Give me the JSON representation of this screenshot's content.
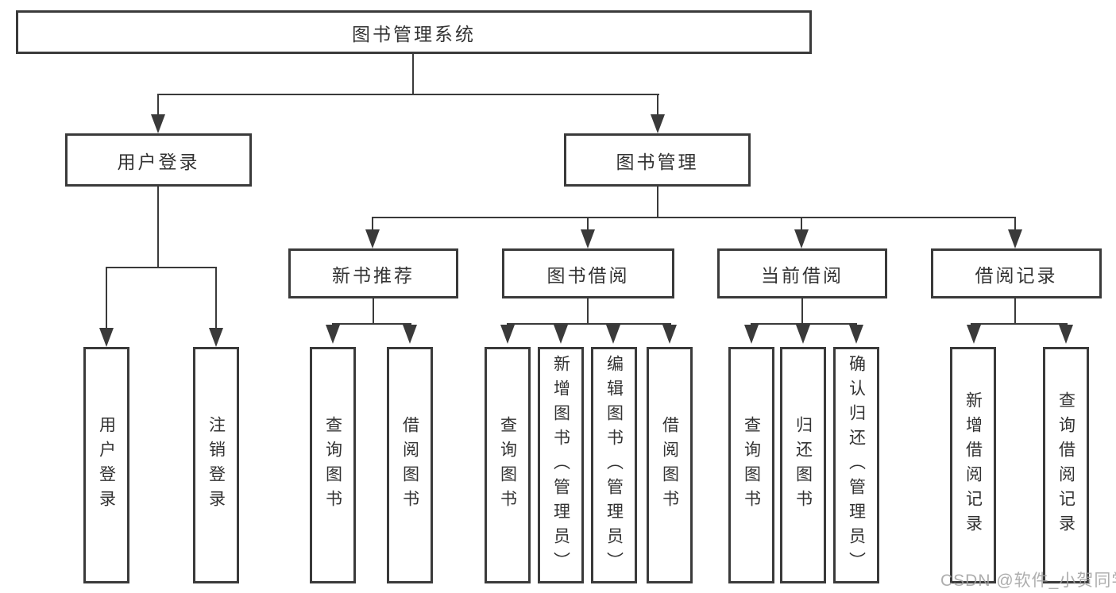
{
  "diagram": {
    "type": "hierarchy-tree",
    "title": "图书管理系统",
    "watermark": "CSDN @软件_小贺同学",
    "colors": {
      "line": "#3a3a3a",
      "text": "#333333",
      "background": "#ffffff",
      "watermark": "#a8a8a8"
    },
    "nodes": {
      "root": {
        "label": "图书管理系统"
      },
      "user_login": {
        "label": "用户登录"
      },
      "book_mgmt": {
        "label": "图书管理"
      },
      "new_book_rec": {
        "label": "新书推荐"
      },
      "book_borrow": {
        "label": "图书借阅"
      },
      "current_borrow": {
        "label": "当前借阅"
      },
      "borrow_record": {
        "label": "借阅记录"
      },
      "leaf_user_login": {
        "label": "用户登录"
      },
      "leaf_logout": {
        "label": "注销登录"
      },
      "leaf_query_book_1": {
        "label": "查询图书"
      },
      "leaf_borrow_book_1": {
        "label": "借阅图书"
      },
      "leaf_query_book_2": {
        "label": "查询图书"
      },
      "leaf_add_book_admin": {
        "label": "新增图书（管理员）"
      },
      "leaf_edit_book_admin": {
        "label": "编辑图书（管理员）"
      },
      "leaf_borrow_book_2": {
        "label": "借阅图书"
      },
      "leaf_query_book_3": {
        "label": "查询图书"
      },
      "leaf_return_book": {
        "label": "归还图书"
      },
      "leaf_confirm_return_admin": {
        "label": "确认归还（管理员）"
      },
      "leaf_add_borrow_record": {
        "label": "新增借阅记录"
      },
      "leaf_query_borrow_record": {
        "label": "查询借阅记录"
      }
    },
    "hierarchy": {
      "图书管理系统": {
        "用户登录": [
          "用户登录",
          "注销登录"
        ],
        "图书管理": {
          "新书推荐": [
            "查询图书",
            "借阅图书"
          ],
          "图书借阅": [
            "查询图书",
            "新增图书（管理员）",
            "编辑图书（管理员）",
            "借阅图书"
          ],
          "当前借阅": [
            "查询图书",
            "归还图书",
            "确认归还（管理员）"
          ],
          "借阅记录": [
            "新增借阅记录",
            "查询借阅记录"
          ]
        }
      }
    }
  }
}
